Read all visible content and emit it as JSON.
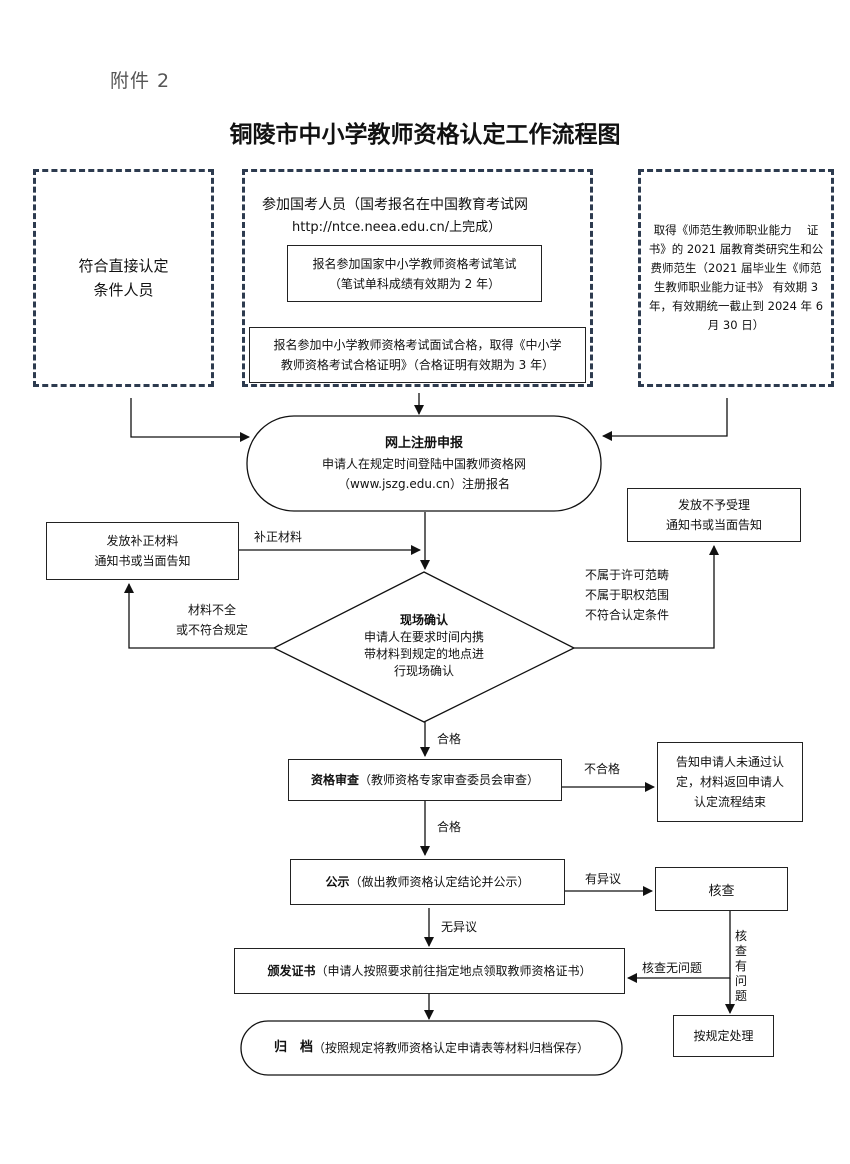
{
  "header": {
    "attachment": "附件 2",
    "title": "铜陵市中小学教师资格认定工作流程图"
  },
  "top": {
    "direct": [
      "符合直接认定",
      "条件人员"
    ],
    "national_exam": {
      "line1": "参加国考人员（国考报名在中国教育考试网",
      "line2": "http://ntce.neea.edu.cn/上完成）",
      "written": [
        "报名参加国家中小学教师资格考试笔试",
        "（笔试单科成绩有效期为 2 年）"
      ],
      "interview": [
        "报名参加中小学教师资格考试面试合格，取得《中小学",
        "教师资格考试合格证明》（合格证明有效期为 3 年）"
      ]
    },
    "normal_students": [
      "取得《师范生教师职业能力　 证",
      "书》的 2021 届教育类研究生和公",
      "费师范生（2021 届毕业生《师范",
      "生教师职业能力证书》 有效期 3",
      "年，有效期统一截止到 2024 年 6",
      "月 30 日）"
    ]
  },
  "register": {
    "title": "网上注册申报",
    "line1": "申请人在规定时间登陆中国教师资格网",
    "line2": "（www.jszg.edu.cn）注册报名"
  },
  "supplement": {
    "box": [
      "发放补正材料",
      "通知书或当面告知"
    ],
    "arrow_label": "补正材料",
    "reason": [
      "材料不全",
      "或不符合规定"
    ]
  },
  "reject": {
    "box": [
      "发放不予受理",
      "通知书或当面告知"
    ],
    "reasons": [
      "不属于许可范畴",
      "不属于职权范围",
      "不符合认定条件"
    ]
  },
  "confirm": {
    "title": "现场确认",
    "lines": [
      "申请人在要求时间内携",
      "带材料到规定的地点进",
      "行现场确认"
    ]
  },
  "review": {
    "pass_label": "合格",
    "title": "资格审查",
    "detail": "（教师资格专家审查委员会审查）",
    "fail_label": "不合格",
    "fail_box": [
      "告知申请人未通过认",
      "定，材料返回申请人",
      "认定流程结束"
    ]
  },
  "publicize": {
    "pass_label": "合格",
    "title": "公示",
    "detail": "（做出教师资格认定结论并公示）",
    "objection_label": "有异议",
    "check_box": "核查",
    "check_issue_label": [
      "核",
      "查",
      "有",
      "问",
      "题"
    ],
    "handle_box": "按规定处理"
  },
  "issue": {
    "no_objection_label": "无异议",
    "title": "颁发证书",
    "detail": "（申请人按照要求前往指定地点领取教师资格证书）",
    "ok_label": "核查无问题"
  },
  "archive": {
    "title": "归　档",
    "detail": "（按照规定将教师资格认定申请表等材料归档保存）"
  }
}
